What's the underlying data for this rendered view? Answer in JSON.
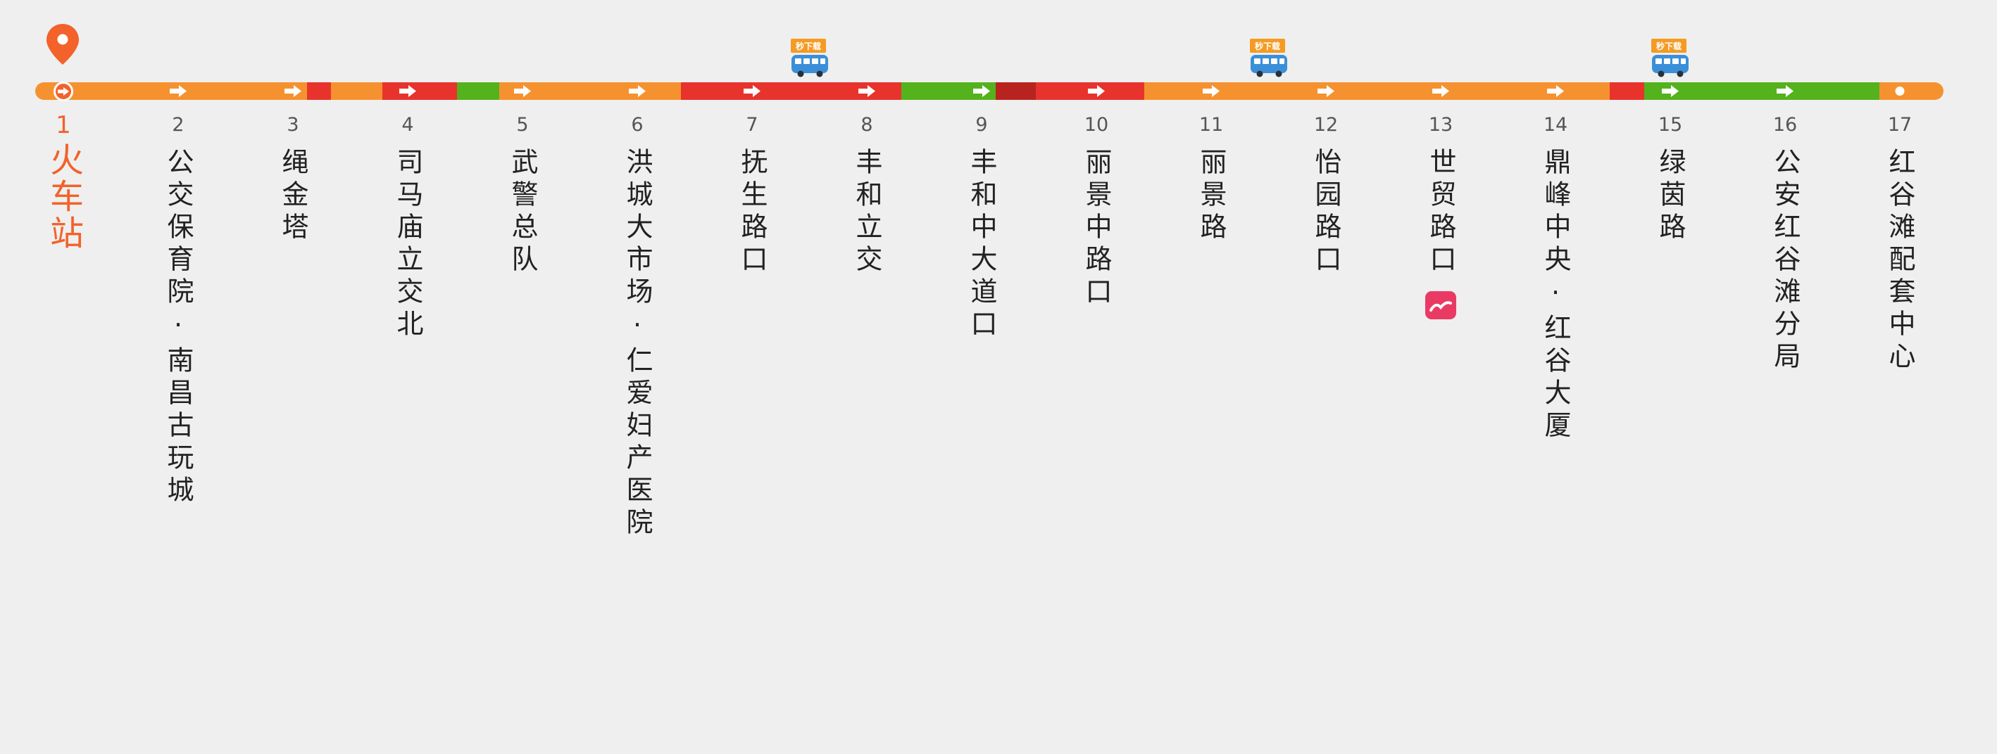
{
  "colors": {
    "background": "#efefef",
    "normal": "#f5922f",
    "smooth": "#54b21c",
    "congested": "#e8332c",
    "severe": "#b8231f",
    "accent": "#f2622a",
    "bus_body": "#3b8fd8",
    "bus_flag": "#f49b24"
  },
  "route": {
    "current_stop_index": 0,
    "stops": [
      {
        "num": "1",
        "name": "火车站"
      },
      {
        "num": "2",
        "name": "公交保育院·南昌古玩城"
      },
      {
        "num": "3",
        "name": "绳金塔"
      },
      {
        "num": "4",
        "name": "司马庙立交北"
      },
      {
        "num": "5",
        "name": "武警总队"
      },
      {
        "num": "6",
        "name": "洪城大市场·仁爱妇产医院"
      },
      {
        "num": "7",
        "name": "抚生路口"
      },
      {
        "num": "8",
        "name": "丰和立交"
      },
      {
        "num": "9",
        "name": "丰和中大道口"
      },
      {
        "num": "10",
        "name": "丽景中路口"
      },
      {
        "num": "11",
        "name": "丽景路"
      },
      {
        "num": "12",
        "name": "怡园路口"
      },
      {
        "num": "13",
        "name": "世贸路口",
        "metro": true
      },
      {
        "num": "14",
        "name": "鼎峰中央·红谷大厦"
      },
      {
        "num": "15",
        "name": "绿茵路"
      },
      {
        "num": "16",
        "name": "公安红谷滩分局"
      },
      {
        "num": "17",
        "name": "红谷滩配套中心"
      }
    ],
    "traffic": [
      {
        "from": 0,
        "to": 2.12,
        "level": "normal"
      },
      {
        "from": 2.12,
        "to": 2.33,
        "level": "congested"
      },
      {
        "from": 2.33,
        "to": 2.78,
        "level": "normal"
      },
      {
        "from": 2.78,
        "to": 3.43,
        "level": "congested"
      },
      {
        "from": 3.43,
        "to": 3.8,
        "level": "smooth"
      },
      {
        "from": 3.8,
        "to": 5.38,
        "level": "normal"
      },
      {
        "from": 5.38,
        "to": 7.3,
        "level": "congested"
      },
      {
        "from": 7.3,
        "to": 8.12,
        "level": "smooth"
      },
      {
        "from": 8.12,
        "to": 8.47,
        "level": "severe"
      },
      {
        "from": 8.47,
        "to": 9.42,
        "level": "congested"
      },
      {
        "from": 9.42,
        "to": 13.47,
        "level": "normal"
      },
      {
        "from": 13.47,
        "to": 13.77,
        "level": "congested"
      },
      {
        "from": 13.77,
        "to": 15.82,
        "level": "smooth"
      },
      {
        "from": 15.82,
        "to": 16.3,
        "level": "normal"
      }
    ],
    "buses": [
      {
        "position": 6.5,
        "label": "秒下载"
      },
      {
        "position": 10.5,
        "label": "秒下载"
      },
      {
        "position": 14.0,
        "label": "秒下载"
      }
    ]
  }
}
